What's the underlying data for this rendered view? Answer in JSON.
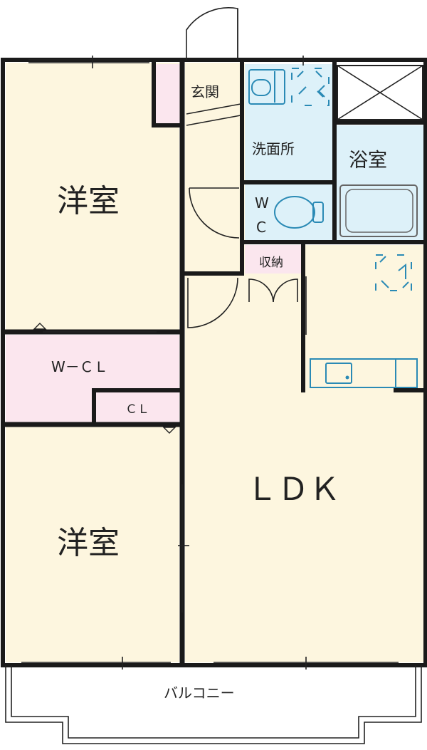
{
  "floorplan": {
    "rooms": {
      "western_room_upper": "洋室",
      "western_room_lower": "洋室",
      "entrance": "玄関",
      "washroom": "洗面所",
      "bathroom": "浴室",
      "toilet_w": "W",
      "toilet_c": "C",
      "storage": "収納",
      "walk_in_closet": "W－ＣＬ",
      "closet": "ＣＬ",
      "ldk": "ＬＤＫ",
      "balcony": "バルコニー"
    },
    "colors": {
      "room_fill": "#fdf6df",
      "closet_fill": "#fbe6ee",
      "wet_area_fill": "#ddf1f9",
      "wall": "#1a1a1a",
      "fixture_line": "#2a8ab5"
    }
  }
}
